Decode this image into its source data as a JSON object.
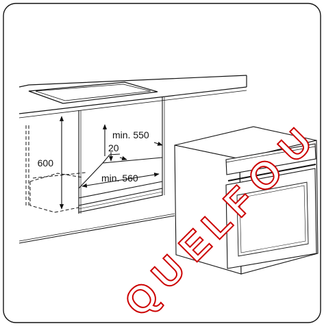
{
  "colors": {
    "line": "#111111",
    "background": "#ffffff",
    "watermark": "#cc0000"
  },
  "dimensions": {
    "height": "600",
    "depth_top": "min. 550",
    "gap": "20",
    "depth_bottom": "min. 560"
  },
  "watermark": {
    "text": "QUELFOUR"
  }
}
